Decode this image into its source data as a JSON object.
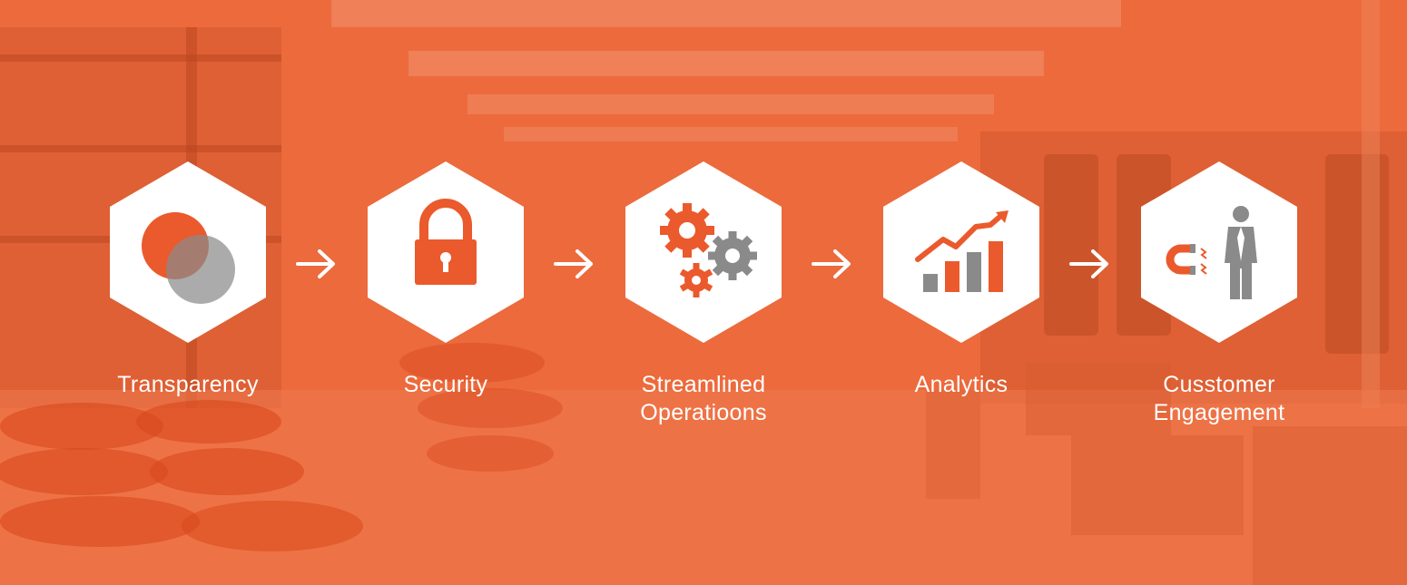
{
  "steps": [
    {
      "label": "Transparency",
      "icon": "overlapping-circles-icon"
    },
    {
      "label": "Security",
      "icon": "padlock-icon"
    },
    {
      "label": "Streamlined\nOperatioons",
      "icon": "gears-icon"
    },
    {
      "label": "Analytics",
      "icon": "bar-chart-trend-icon"
    },
    {
      "label": "Cusstomer\nEngagement",
      "icon": "magnet-person-icon"
    }
  ],
  "colors": {
    "background": "#ec6a3c",
    "accent": "#ea5a2c",
    "gray": "#8a8a8a",
    "hexagon": "#ffffff",
    "text": "#ffffff"
  }
}
